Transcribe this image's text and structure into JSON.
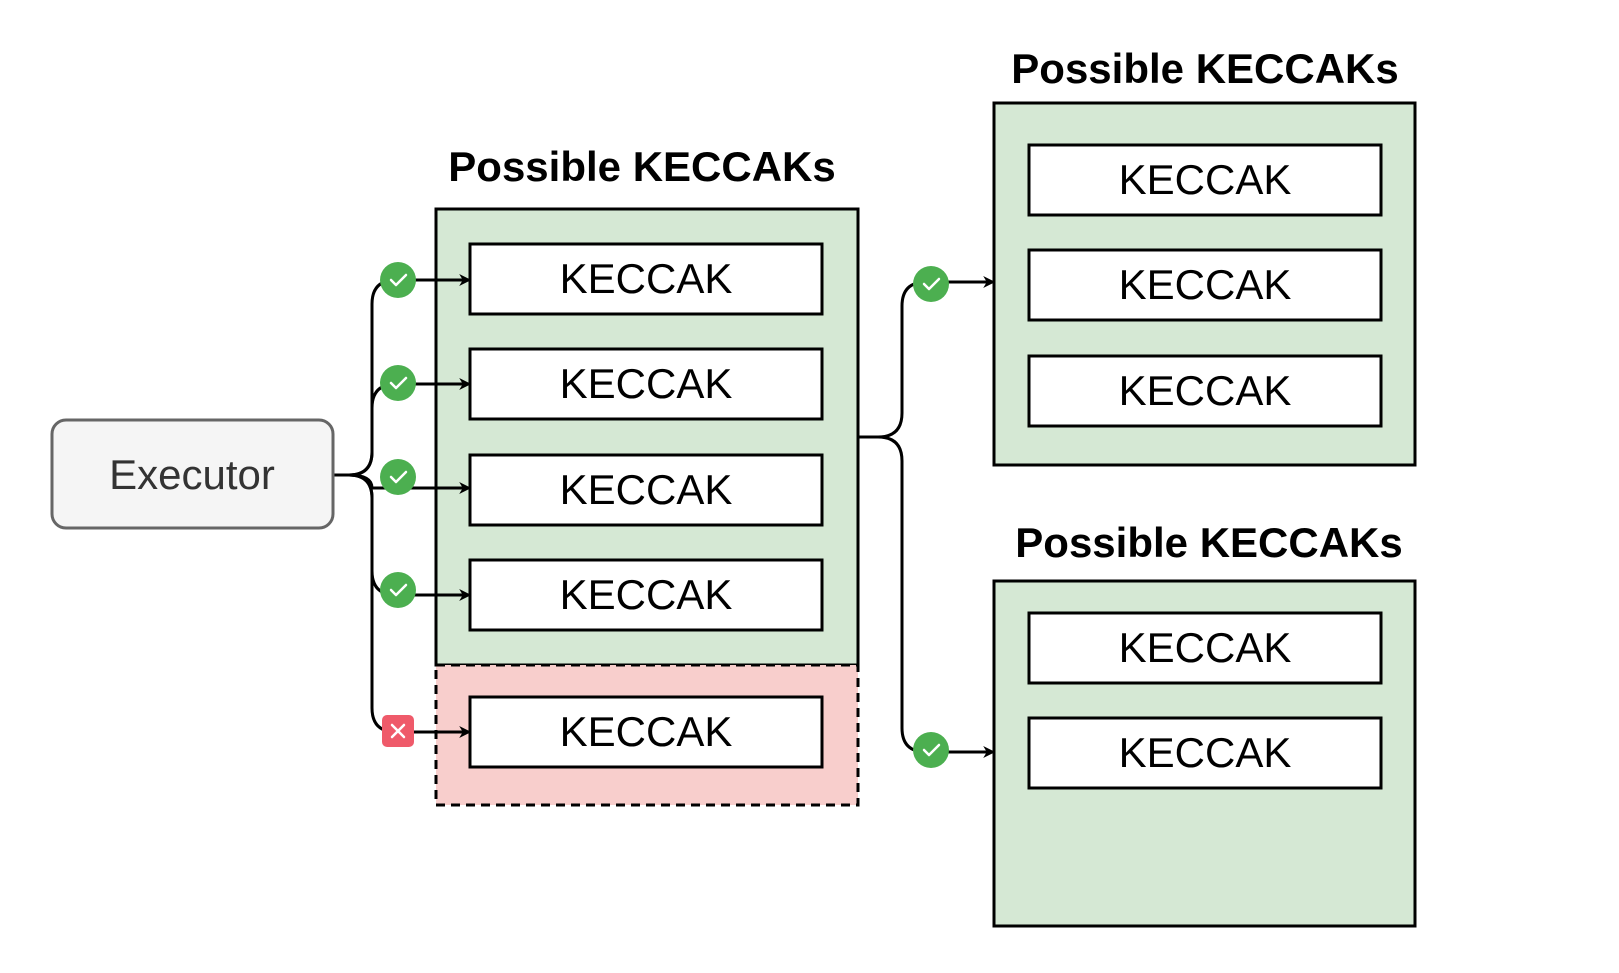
{
  "colors": {
    "panel_green": "#d5e8d4",
    "panel_red": "#f8cecc",
    "check_green": "#4caf50",
    "cross_red": "#ef5a6a",
    "executor_fill": "#f5f5f5",
    "executor_stroke": "#666666"
  },
  "executor": {
    "label": "Executor"
  },
  "center_panel": {
    "title": "Possible KECCAKs",
    "items": [
      {
        "label": "KECCAK",
        "status": "success"
      },
      {
        "label": "KECCAK",
        "status": "success"
      },
      {
        "label": "KECCAK",
        "status": "success"
      },
      {
        "label": "KECCAK",
        "status": "success"
      },
      {
        "label": "KECCAK",
        "status": "failure"
      }
    ]
  },
  "top_right_panel": {
    "title": "Possible KECCAKs",
    "items": [
      {
        "label": "KECCAK"
      },
      {
        "label": "KECCAK"
      },
      {
        "label": "KECCAK"
      }
    ],
    "incoming_status": "success"
  },
  "bottom_right_panel": {
    "title": "Possible KECCAKs",
    "items": [
      {
        "label": "KECCAK"
      },
      {
        "label": "KECCAK"
      }
    ],
    "incoming_status": "success"
  },
  "icons": {
    "success": "check-circle-icon",
    "failure": "cross-square-icon"
  }
}
